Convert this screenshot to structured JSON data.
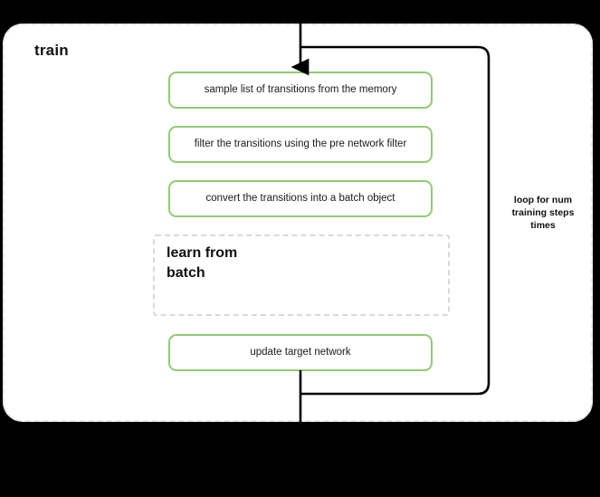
{
  "diagram": {
    "background_color": "#000000",
    "panel": {
      "title": "train",
      "fill": "#ffffff",
      "border_color": "#e8e8e8",
      "border_style": "dashed"
    },
    "accent_color": "#8fcc73",
    "line_color": "#000000",
    "steps": [
      {
        "id": "sample",
        "label": "sample list of transitions from the memory"
      },
      {
        "id": "filter",
        "label": "filter the transitions using the pre network filter"
      },
      {
        "id": "convert",
        "label": "convert the transitions into a batch object"
      },
      {
        "id": "update",
        "label": "update target network"
      }
    ],
    "subgraph": {
      "id": "learn-from-batch",
      "title": "learn from\nbatch",
      "title_line1": "learn from",
      "title_line2": "batch",
      "border_color": "#d9d9d9",
      "border_style": "dashed"
    },
    "loop": {
      "label": "loop for num\ntraining steps\ntimes",
      "label_line1": "loop for num",
      "label_line2": "training steps",
      "label_line3": "times"
    }
  }
}
